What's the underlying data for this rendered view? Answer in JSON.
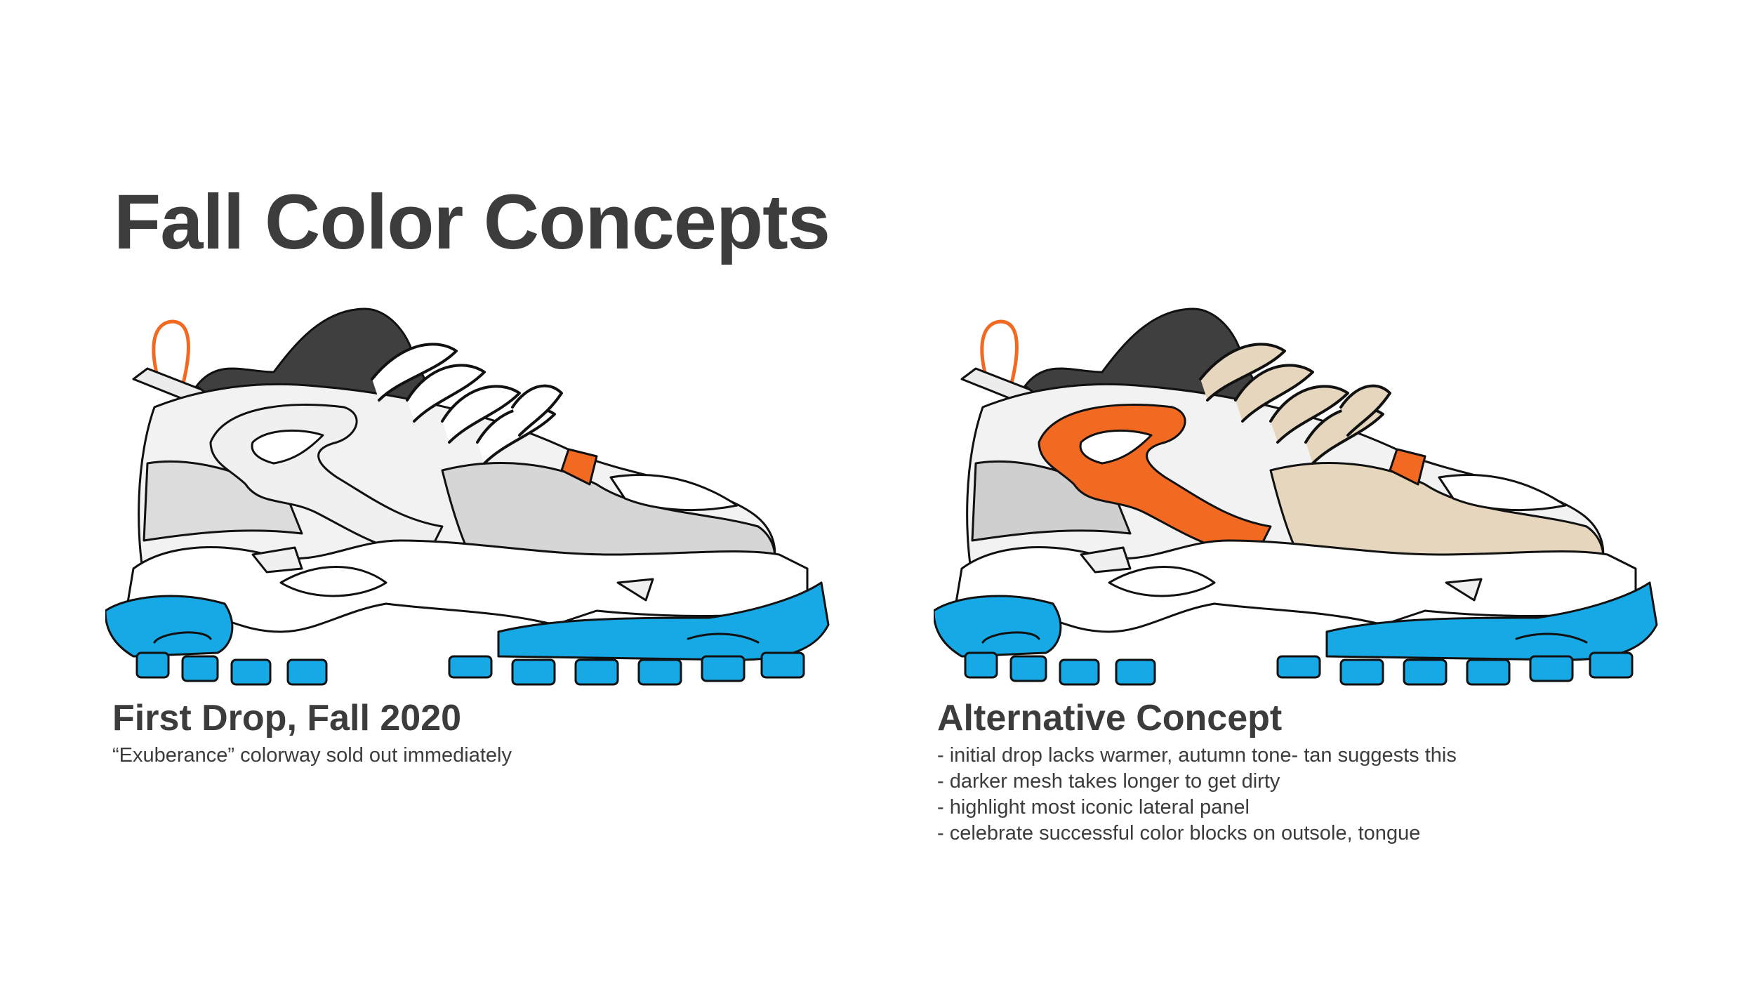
{
  "title": "Fall Color Concepts",
  "colors": {
    "text": "#3c3c3c",
    "orange": "#f26a22",
    "blue": "#16a9e6",
    "tan": "#e6d6bd",
    "dark": "#3f3f3f",
    "light_gray": "#d8d8d8",
    "mid_gray": "#c9c9c9"
  },
  "concepts": [
    {
      "heading": "First Drop, Fall 2020",
      "notes": [
        "“Exuberance” colorway sold out immediately"
      ],
      "palette": {
        "loop": "#f26a22",
        "collar": "#3f3f3f",
        "panel": "#f0f0f0",
        "side": "#dcdcdc",
        "toe": "#d6d6d6",
        "laces": "#ffffff",
        "accent": "#f26a22",
        "sole": "#16a9e6"
      }
    },
    {
      "heading": "Alternative Concept",
      "notes": [
        "- initial drop lacks warmer, autumn tone- tan suggests this",
        "- darker mesh takes longer to get dirty",
        "- highlight most iconic lateral panel",
        "- celebrate successful color blocks on outsole, tongue"
      ],
      "palette": {
        "loop": "#f26a22",
        "collar": "#3f3f3f",
        "panel": "#f26a22",
        "side": "#cfcfcf",
        "toe": "#e6d6bd",
        "laces": "#e6d6bd",
        "accent": "#f26a22",
        "sole": "#16a9e6"
      }
    }
  ]
}
